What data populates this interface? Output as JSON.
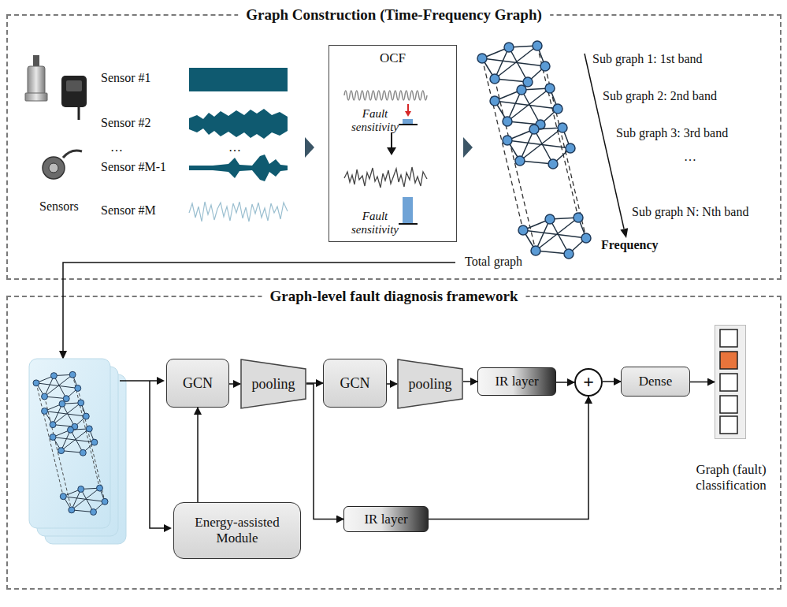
{
  "diagram": {
    "nodes": [
      {
        "text": [
          "Graph Construction (Time-Frequency Graph)"
        ]
      },
      {
        "text": [
          "OCF",
          "Fault sensitivity",
          "Fault sensitivity"
        ],
        "in": 0
      },
      {
        "text": [
          "Graph-level fault diagnosis framework"
        ]
      },
      {
        "text": [
          "GCN"
        ],
        "in": 2
      },
      {
        "text": [
          "pooling"
        ],
        "in": 2
      },
      {
        "text": [
          "GCN"
        ],
        "in": 2
      },
      {
        "text": [
          "pooling"
        ],
        "in": 2
      },
      {
        "text": [
          "IR layer"
        ],
        "in": 2
      },
      {
        "text": [
          "+"
        ],
        "in": 2
      },
      {
        "text": [
          "Dense"
        ],
        "in": 2
      },
      {
        "text": [
          "Graph (fault) classification"
        ],
        "in": 2
      },
      {
        "text": [
          "Energy-assisted Module"
        ],
        "in": 2
      },
      {
        "text": [
          "IR layer"
        ],
        "in": 2
      }
    ],
    "edges": [
      {
        "from": 3,
        "to": 4,
        "arrow": "to"
      },
      {
        "from": 4,
        "to": 5,
        "arrow": "to"
      },
      {
        "from": 5,
        "to": 6,
        "arrow": "to"
      },
      {
        "from": 6,
        "to": 7,
        "arrow": "to"
      },
      {
        "from": 7,
        "to": 8,
        "arrow": "to"
      },
      {
        "from": 8,
        "to": 9,
        "arrow": "to"
      },
      {
        "from": 9,
        "to": 10,
        "arrow": "to"
      },
      {
        "from": 11,
        "to": 3,
        "arrow": "to"
      },
      {
        "from": 4,
        "to": 12,
        "arrow": "to"
      },
      {
        "from": 12,
        "to": 8,
        "arrow": "to"
      }
    ],
    "labels": [
      "Sensors",
      "Sensor #1",
      "Sensor #2",
      "…",
      "Sensor #M-1",
      "Sensor #M",
      "…",
      "Sub graph 1: 1st band",
      "Sub graph 2: 2nd band",
      "Sub graph 3: 3rd band",
      "…",
      "Sub graph N: Nth band",
      "Frequency",
      "Total graph"
    ]
  }
}
